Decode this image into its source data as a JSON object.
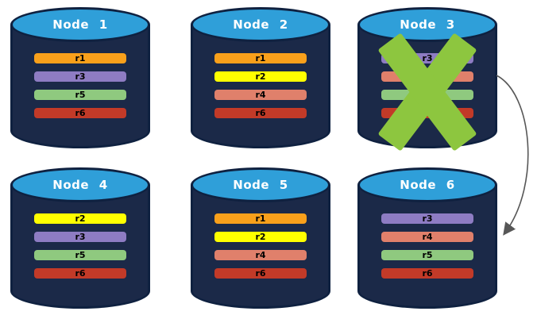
{
  "colors": {
    "cylinder_top": "#2F9FD9",
    "cylinder_body": "#1B2948",
    "cylinder_outline": "#0F2140",
    "title_text": "#FFFFFF",
    "bar_text": "#000000",
    "failure_x": "#8DC63F",
    "arrow": "#575757"
  },
  "nodes": [
    {
      "title": "Node 1",
      "failed": false,
      "replicas": [
        {
          "label": "r1",
          "color": "#F9A01B"
        },
        {
          "label": "r3",
          "color": "#8E7CC3"
        },
        {
          "label": "r5",
          "color": "#8FC97F"
        },
        {
          "label": "r6",
          "color": "#C23A28"
        }
      ]
    },
    {
      "title": "Node 2",
      "failed": false,
      "replicas": [
        {
          "label": "r1",
          "color": "#F9A01B"
        },
        {
          "label": "r2",
          "color": "#FFFF00"
        },
        {
          "label": "r4",
          "color": "#E0806B"
        },
        {
          "label": "r6",
          "color": "#C23A28"
        }
      ]
    },
    {
      "title": "Node 3",
      "failed": true,
      "replicas": [
        {
          "label": "r3",
          "color": "#8E7CC3"
        },
        {
          "label": "r4",
          "color": "#E0806B"
        },
        {
          "label": "r5",
          "color": "#8FC97F"
        },
        {
          "label": "r6",
          "color": "#C23A28"
        }
      ]
    },
    {
      "title": "Node 4",
      "failed": false,
      "replicas": [
        {
          "label": "r2",
          "color": "#FFFF00"
        },
        {
          "label": "r3",
          "color": "#8E7CC3"
        },
        {
          "label": "r5",
          "color": "#8FC97F"
        },
        {
          "label": "r6",
          "color": "#C23A28"
        }
      ]
    },
    {
      "title": "Node 5",
      "failed": false,
      "replicas": [
        {
          "label": "r1",
          "color": "#F9A01B"
        },
        {
          "label": "r2",
          "color": "#FFFF00"
        },
        {
          "label": "r4",
          "color": "#E0806B"
        },
        {
          "label": "r6",
          "color": "#C23A28"
        }
      ]
    },
    {
      "title": "Node 6",
      "failed": false,
      "replicas": [
        {
          "label": "r3",
          "color": "#8E7CC3"
        },
        {
          "label": "r4",
          "color": "#E0806B"
        },
        {
          "label": "r5",
          "color": "#8FC97F"
        },
        {
          "label": "r6",
          "color": "#C23A28"
        }
      ]
    }
  ],
  "arrow": {
    "from": "Node 3",
    "to": "Node 6"
  }
}
